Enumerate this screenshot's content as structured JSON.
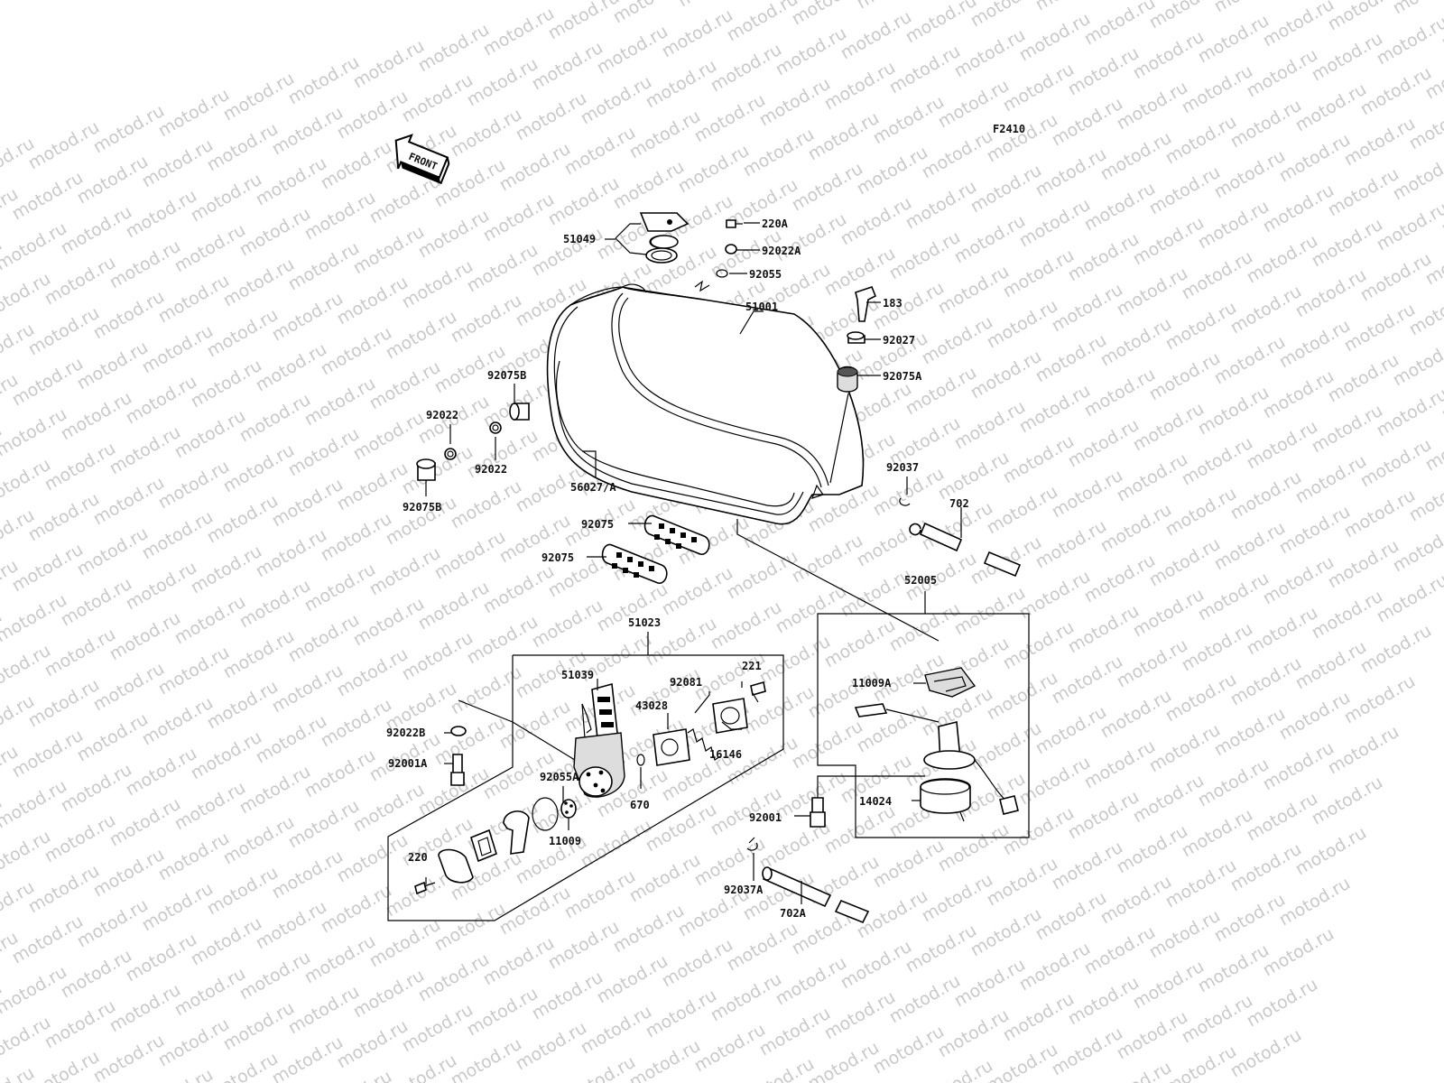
{
  "diagram": {
    "figure_code": "F2410",
    "front_label": "FRONT",
    "watermark_text": "motod.ru"
  },
  "labels": {
    "l51049": "51049",
    "l220A": "220A",
    "l92022A": "92022A",
    "l92055": "92055",
    "l51001": "51001",
    "l183": "183",
    "l92027": "92027",
    "l92075A": "92075A",
    "l92075B_top": "92075B",
    "l92022_top": "92022",
    "l92022_mid": "92022",
    "l92075B_bot": "92075B",
    "l56027": "56027/A",
    "l92037": "92037",
    "l702": "702",
    "l92075_a": "92075",
    "l92075_b": "92075",
    "l52005": "52005",
    "l51023": "51023",
    "l221": "221",
    "l51039": "51039",
    "l92081": "92081",
    "l43028": "43028",
    "l11009A": "11009A",
    "l92022B": "92022B",
    "l16146": "16146",
    "l92001A": "92001A",
    "l92055A": "92055A",
    "l670": "670",
    "l14024": "14024",
    "l92001": "92001",
    "l11009": "11009",
    "l220": "220",
    "l92037A": "92037A",
    "l702A": "702A"
  },
  "colors": {
    "line": "#000000",
    "watermark": "#c9c9c9",
    "background": "#ffffff"
  }
}
